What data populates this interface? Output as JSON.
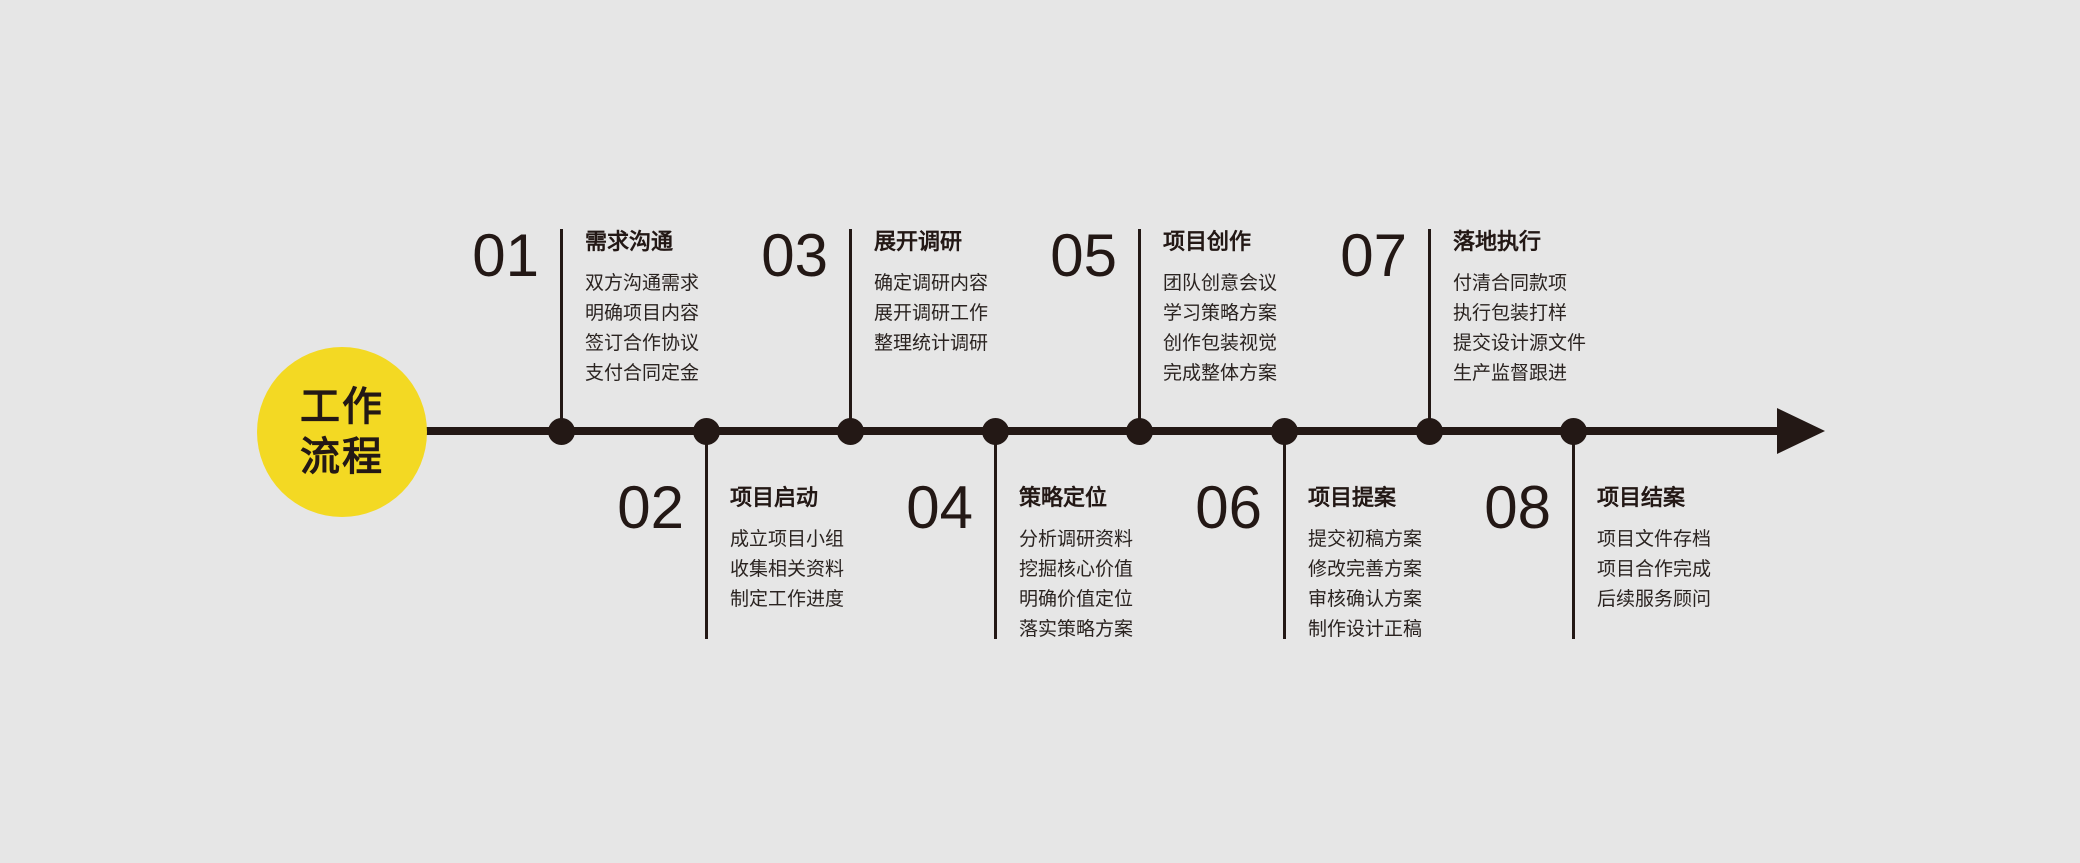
{
  "hub": {
    "line1": "工作",
    "line2": "流程"
  },
  "colors": {
    "background": "#e6e6e6",
    "accent": "#f3d923",
    "ink": "#231815"
  },
  "steps": [
    {
      "number": "01",
      "title": "需求沟通",
      "items": [
        "双方沟通需求",
        "明确项目内容",
        "签订合作协议",
        "支付合同定金"
      ]
    },
    {
      "number": "02",
      "title": "项目启动",
      "items": [
        "成立项目小组",
        "收集相关资料",
        "制定工作进度"
      ]
    },
    {
      "number": "03",
      "title": "展开调研",
      "items": [
        "确定调研内容",
        "展开调研工作",
        "整理统计调研"
      ]
    },
    {
      "number": "04",
      "title": "策略定位",
      "items": [
        "分析调研资料",
        "挖掘核心价值",
        "明确价值定位",
        "落实策略方案"
      ]
    },
    {
      "number": "05",
      "title": "项目创作",
      "items": [
        "团队创意会议",
        "学习策略方案",
        "创作包装视觉",
        "完成整体方案"
      ]
    },
    {
      "number": "06",
      "title": "项目提案",
      "items": [
        "提交初稿方案",
        "修改完善方案",
        "审核确认方案",
        "制作设计正稿"
      ]
    },
    {
      "number": "07",
      "title": "落地执行",
      "items": [
        "付清合同款项",
        "执行包装打样",
        "提交设计源文件",
        "生产监督跟进"
      ]
    },
    {
      "number": "08",
      "title": "项目结案",
      "items": [
        "项目文件存档",
        "项目合作完成",
        "后续服务顾问"
      ]
    }
  ]
}
